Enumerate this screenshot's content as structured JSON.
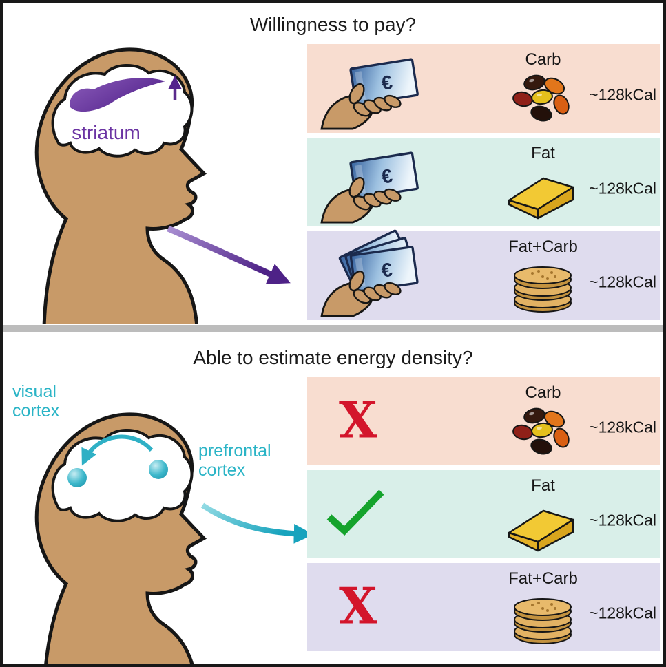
{
  "top_panel": {
    "title": "Willingness to pay?",
    "striatum_label": "striatum",
    "currency_symbol": "€",
    "rows": [
      {
        "label": "Carb",
        "kcal": "~128kCal",
        "money_icon": "hand-one-euro-bill",
        "food_icon": "jelly-beans"
      },
      {
        "label": "Fat",
        "kcal": "~128kCal",
        "money_icon": "hand-one-euro-bill",
        "food_icon": "cheese-wedge"
      },
      {
        "label": "Fat+Carb",
        "kcal": "~128kCal",
        "money_icon": "hand-euro-bill-fan",
        "food_icon": "cracker-stack"
      }
    ]
  },
  "bottom_panel": {
    "title": "Able to estimate energy density?",
    "visual_cortex": {
      "line1": "visual",
      "line2": "cortex"
    },
    "prefrontal_cortex": {
      "line1": "prefrontal",
      "line2": "cortex"
    },
    "cross_glyph": "X",
    "rows": [
      {
        "label": "Carb",
        "kcal": "~128kCal",
        "mark": "cross",
        "food_icon": "jelly-beans"
      },
      {
        "label": "Fat",
        "kcal": "~128kCal",
        "mark": "check",
        "food_icon": "cheese-wedge"
      },
      {
        "label": "Fat+Carb",
        "kcal": "~128kCal",
        "mark": "cross",
        "food_icon": "cracker-stack"
      }
    ]
  },
  "colors": {
    "skin_tan": "#c89a68",
    "striatum_purple": "#6b34a3",
    "teal_accent": "#2ab4c6",
    "row_carb_bg": "#f8ddd0",
    "row_fat_bg": "#d9efe9",
    "row_fatcarb_bg": "#dfdcee",
    "cross_red": "#d3152b",
    "check_green": "#15a32c",
    "euro_bill_blue": "#35619e",
    "divider_gray": "#bcbcbc"
  }
}
